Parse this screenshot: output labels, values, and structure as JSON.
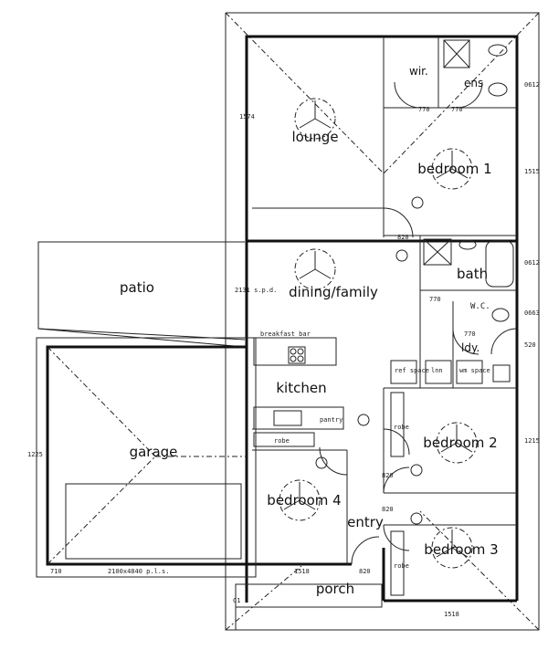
{
  "rooms": {
    "lounge": "lounge",
    "bedroom1": "bedroom 1",
    "wir": "wir.",
    "ens": "ens",
    "dining_family": "dining/family",
    "bath": "bath",
    "wc": "W.C.",
    "ldy": "ldy.",
    "patio": "patio",
    "kitchen": "kitchen",
    "garage": "garage",
    "bedroom2": "bedroom 2",
    "bedroom3": "bedroom 3",
    "bedroom4": "bedroom 4",
    "entry": "entry",
    "porch": "porch"
  },
  "fixtures": {
    "breakfast_bar": "breakfast bar",
    "ref_space": "ref space",
    "wm_space": "wm space",
    "linen": "lnn",
    "pantry": "pantry",
    "robe": "robe",
    "robe_b2": "robe",
    "robe_b3": "robe"
  },
  "dimensions": {
    "d1574": "1574",
    "d1515": "1515",
    "d0612a": "0612",
    "d0612b": "0612",
    "d0663": "0663",
    "d1215": "1215",
    "d2131": "2131 s.p.d.",
    "d1225": "1225",
    "d710": "710",
    "garage_door": "2100x4840 p.l.s.",
    "d1518a": "1518",
    "d1518b": "1518",
    "d770a": "770",
    "d770b": "770",
    "d770c": "770",
    "d770d": "770",
    "r820a": "820",
    "r820b": "820",
    "r820c": "820",
    "r820d": "820",
    "c1": "C1",
    "d520": "520"
  }
}
